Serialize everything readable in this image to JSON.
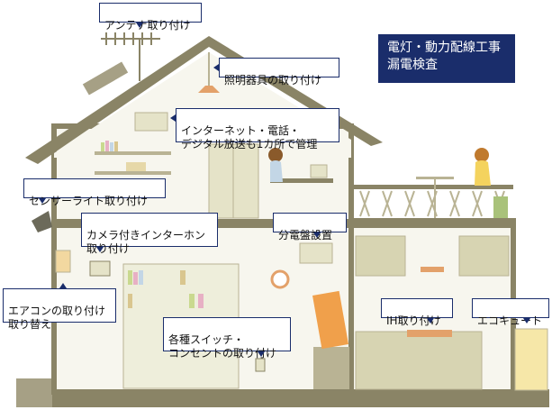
{
  "title": {
    "line1": "電灯・動力配線工事",
    "line2": "漏電検査"
  },
  "callouts": {
    "antenna": "アンテナ取り付け",
    "lighting": "照明器具の取り付け",
    "internet": "インターネット・電話・\nデジタル放送も1カ所で管理",
    "sensor_light": "センサーライト取り付け",
    "camera_intercom": "カメラ付きインターホン\n取り付け",
    "distribution_board": "分電盤設置",
    "aircon": "エアコンの取り付け\n取り替え",
    "switches": "各種スイッチ・\nコンセントの取り付け",
    "ih": "IH取り付け",
    "ecocute": "エコキュート"
  },
  "colors": {
    "outline": "#8a8466",
    "wall": "#f7f6ee",
    "accent": "#1a2d6b",
    "cabinet": "#e5e3c8"
  }
}
